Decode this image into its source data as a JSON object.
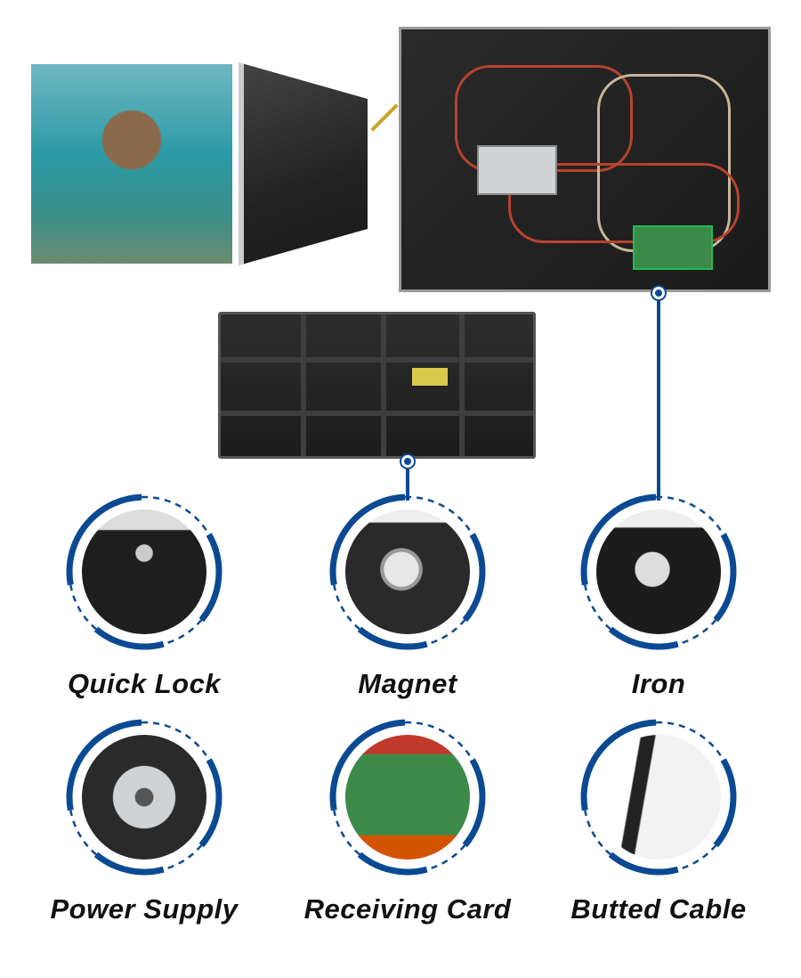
{
  "accent_color": "#0b4a93",
  "features": [
    {
      "label": "Quick Lock",
      "icon": "quick-lock-photo"
    },
    {
      "label": "Magnet",
      "icon": "magnet-photo"
    },
    {
      "label": "Iron",
      "icon": "iron-photo"
    },
    {
      "label": "Power Supply",
      "icon": "power-supply-photo"
    },
    {
      "label": "Receiving Card",
      "icon": "receiving-card-photo"
    },
    {
      "label": "Butted Cable",
      "icon": "butted-cable-photo"
    }
  ]
}
